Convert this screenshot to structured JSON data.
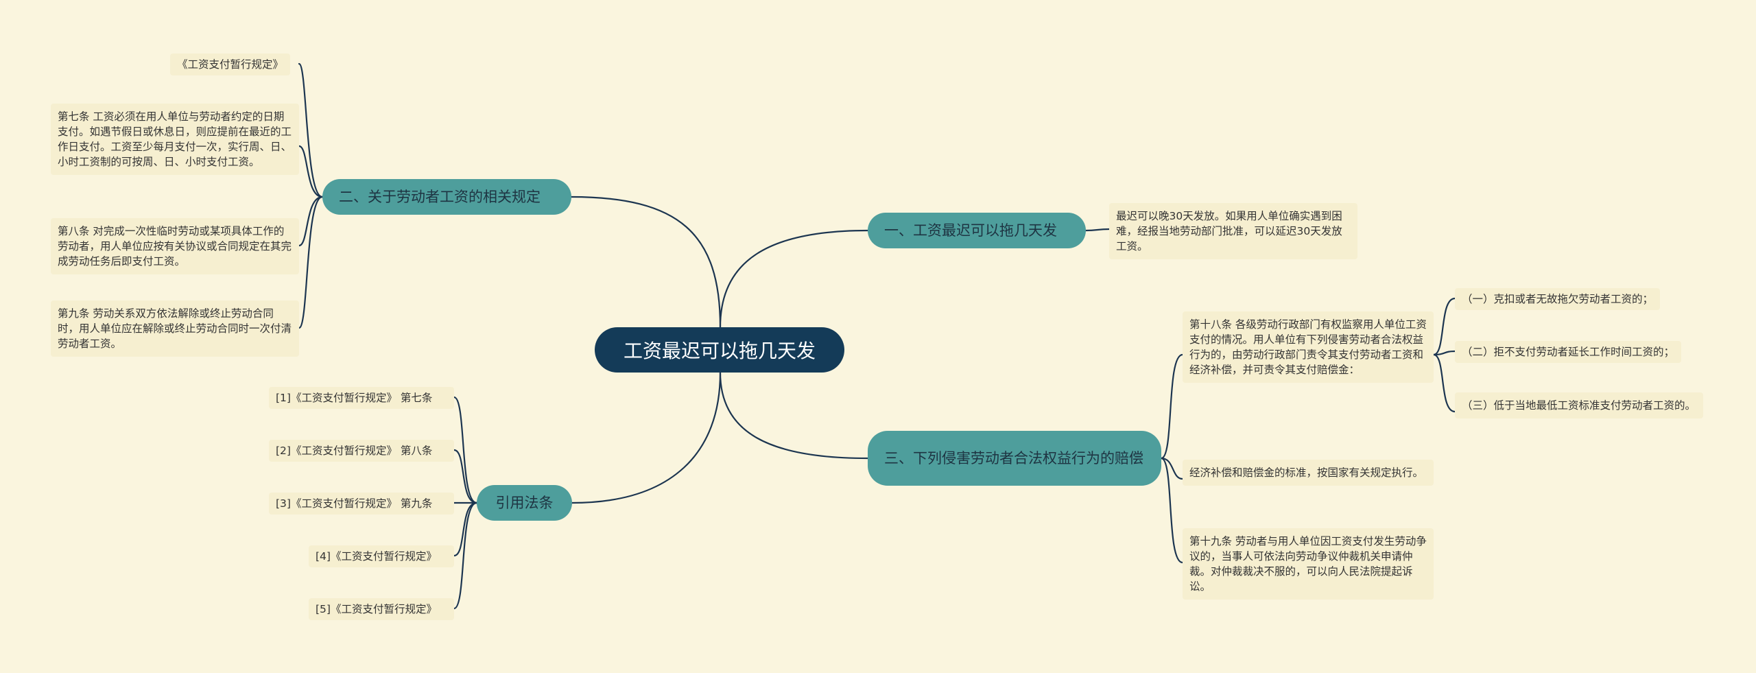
{
  "root": {
    "label": "工资最迟可以拖几天发"
  },
  "branches": {
    "b1": {
      "label": "一、工资最迟可以拖几天发",
      "leaves": [
        "最迟可以晚30天发放。如果用人单位确实遇到困难，经报当地劳动部门批准，可以延迟30天发放工资。"
      ]
    },
    "b2": {
      "label": "二、关于劳动者工资的相关规定",
      "leaves": [
        "《工资支付暂行规定》",
        "第七条 工资必须在用人单位与劳动者约定的日期支付。如遇节假日或休息日，则应提前在最近的工作日支付。工资至少每月支付一次，实行周、日、小时工资制的可按周、日、小时支付工资。",
        "第八条 对完成一次性临时劳动或某项具体工作的劳动者，用人单位应按有关协议或合同规定在其完成劳动任务后即支付工资。",
        "第九条 劳动关系双方依法解除或终止劳动合同时，用人单位应在解除或终止劳动合同时一次付清劳动者工资。"
      ]
    },
    "b3": {
      "label": "三、下列侵害劳动者合法权益行为的赔偿",
      "leaves": [
        "第十八条 各级劳动行政部门有权监察用人单位工资支付的情况。用人单位有下列侵害劳动者合法权益行为的，由劳动行政部门责令其支付劳动者工资和经济补偿，并可责令其支付赔偿金：",
        "经济补偿和赔偿金的标准，按国家有关规定执行。",
        "第十九条 劳动者与用人单位因工资支付发生劳动争议的，当事人可依法向劳动争议仲裁机关申请仲裁。对仲裁裁决不服的，可以向人民法院提起诉讼。"
      ],
      "subleaves": [
        "（一）克扣或者无故拖欠劳动者工资的；",
        "（二）拒不支付劳动者延长工作时间工资的；",
        "（三）低于当地最低工资标准支付劳动者工资的。"
      ]
    },
    "b4": {
      "label": "引用法条",
      "leaves": [
        "[1]《工资支付暂行规定》 第七条",
        "[2]《工资支付暂行规定》 第八条",
        "[3]《工资支付暂行规定》 第九条",
        "[4]《工资支付暂行规定》",
        "[5]《工资支付暂行规定》"
      ]
    }
  },
  "colors": {
    "background": "#faf5de",
    "root_fill": "#143b58",
    "branch_fill": "#4e9e9c",
    "leaf_fill": "#f6efd0",
    "connector": "#1c3550"
  }
}
